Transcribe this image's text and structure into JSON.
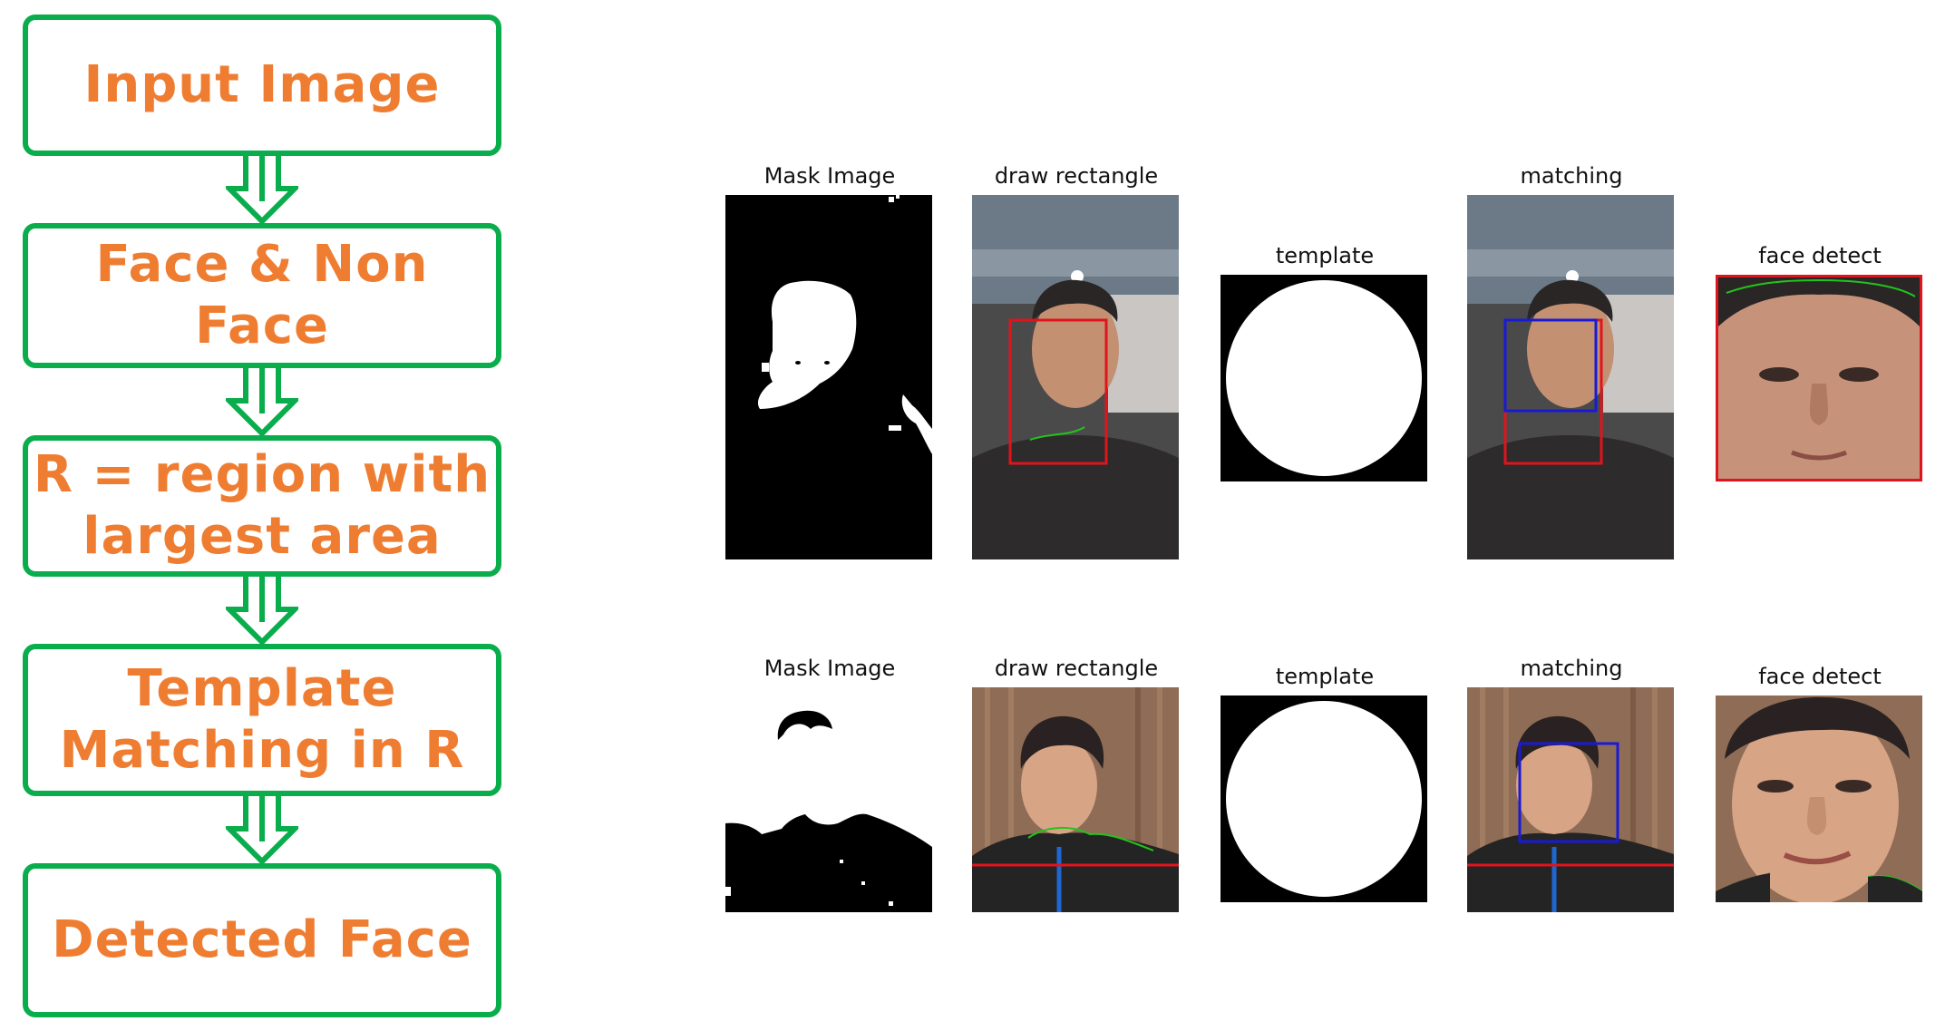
{
  "flowchart": {
    "steps": [
      {
        "label": "Input Image"
      },
      {
        "label": "Face & Non\nFace"
      },
      {
        "label": "R = region with\nlargest area"
      },
      {
        "label": "Template\nMatching in R"
      },
      {
        "label": "Detected Face"
      }
    ],
    "colors": {
      "box_border": "#0aad4c",
      "text": "#ef7d31",
      "arrow": "#0aad4c"
    }
  },
  "results": {
    "row1": {
      "mask_title": "Mask Image",
      "draw_title": "draw rectangle",
      "template_title": "template",
      "matching_title": "matching",
      "face_title": "face detect"
    },
    "row2": {
      "mask_title": "Mask Image",
      "draw_title": "draw rectangle",
      "template_title": "template",
      "matching_title": "matching",
      "face_title": "face detect"
    },
    "colors": {
      "rectangle": "#e0141c",
      "match_box": "#1a1ad6",
      "contour": "#22c41c"
    }
  }
}
